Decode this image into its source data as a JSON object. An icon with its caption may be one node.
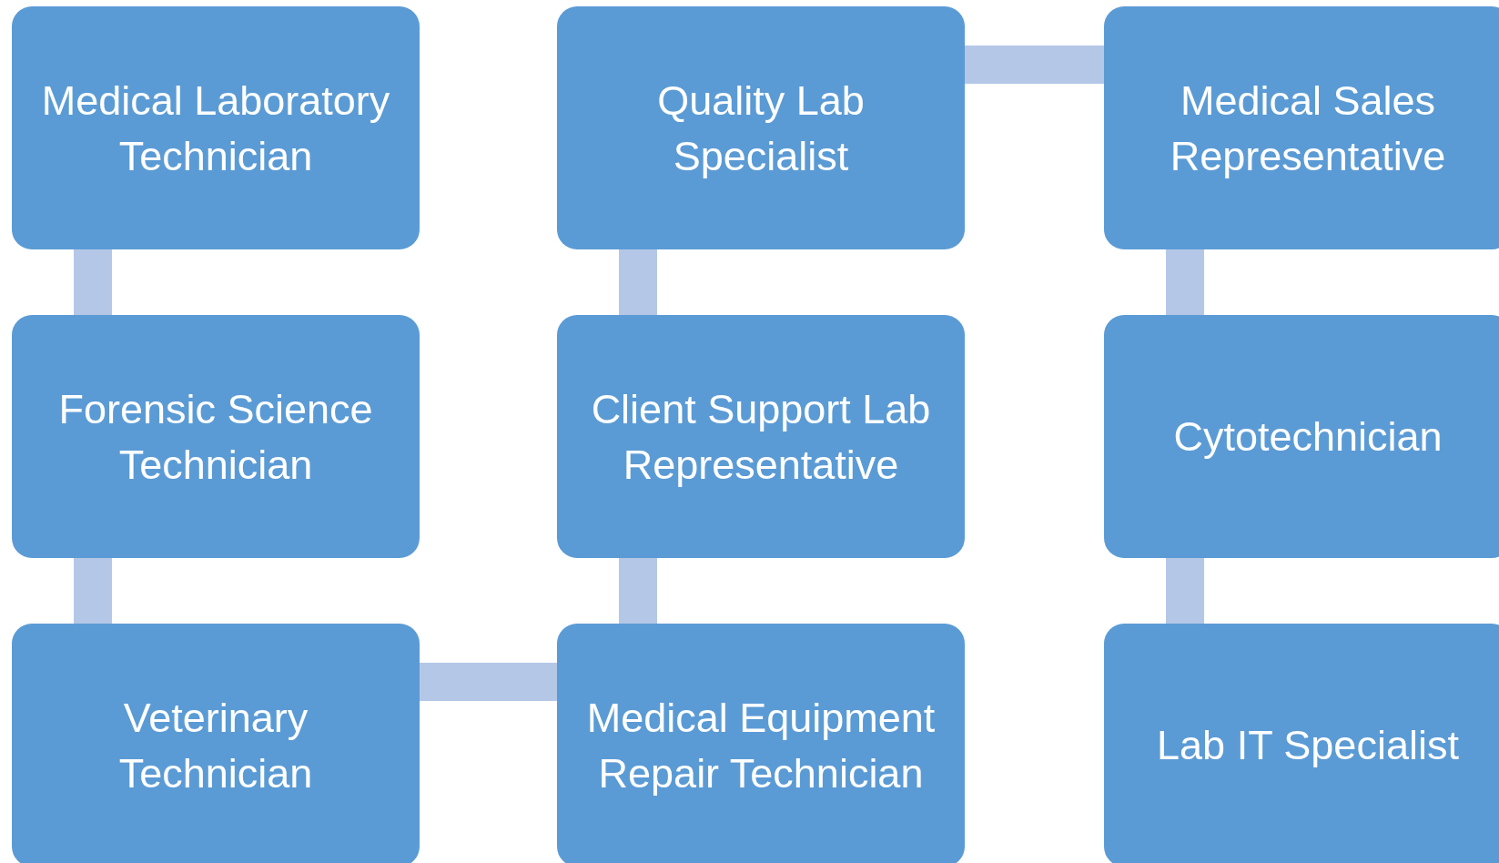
{
  "diagram": {
    "nodes": [
      {
        "text": [
          "Medical Laboratory Technician"
        ]
      },
      {
        "text": [
          "Forensic Science Technician"
        ]
      },
      {
        "text": [
          "Veterinary Technician"
        ]
      },
      {
        "text": [
          "Quality Lab Specialist"
        ]
      },
      {
        "text": [
          "Client Support Lab Representative"
        ]
      },
      {
        "text": [
          "Medical Equipment Repair Technician"
        ]
      },
      {
        "text": [
          "Medical Sales Representative"
        ]
      },
      {
        "text": [
          "Cytotechnician"
        ]
      },
      {
        "text": [
          "Lab IT Specialist"
        ]
      }
    ],
    "edges": [
      {
        "from": 0,
        "to": 1,
        "arrow": "none"
      },
      {
        "from": 1,
        "to": 2,
        "arrow": "none"
      },
      {
        "from": 2,
        "to": 5,
        "arrow": "none"
      },
      {
        "from": 5,
        "to": 4,
        "arrow": "none"
      },
      {
        "from": 4,
        "to": 3,
        "arrow": "none"
      },
      {
        "from": 3,
        "to": 6,
        "arrow": "none"
      },
      {
        "from": 6,
        "to": 7,
        "arrow": "none"
      },
      {
        "from": 7,
        "to": 8,
        "arrow": "none"
      }
    ]
  }
}
